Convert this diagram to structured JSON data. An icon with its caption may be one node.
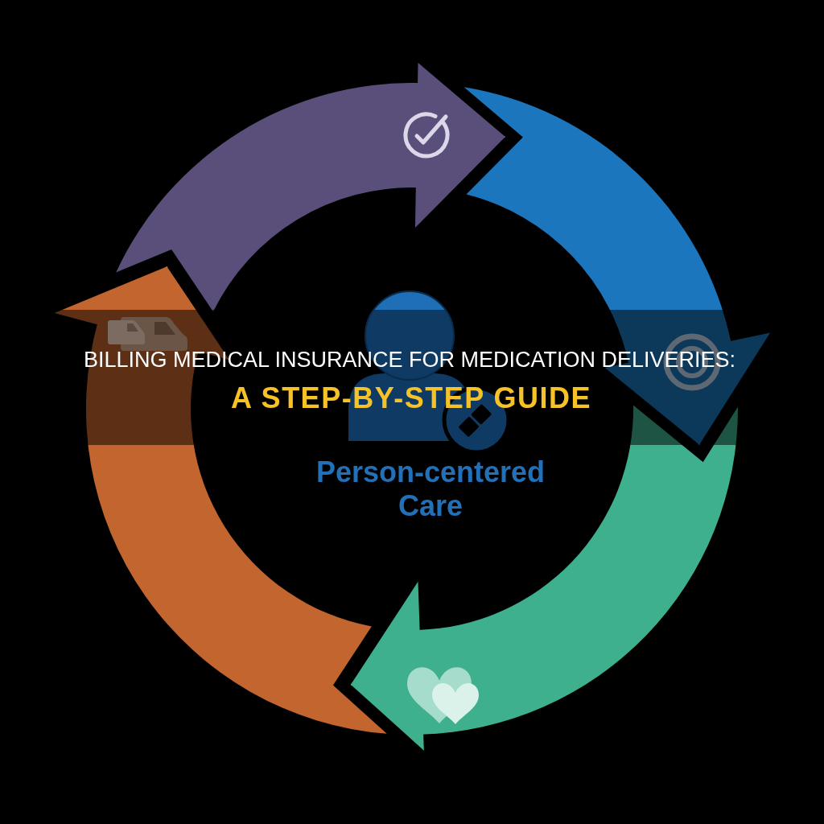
{
  "diagram": {
    "title": "BILLING MEDICAL INSURANCE FOR MEDICATION DELIVERIES:",
    "nodes": [
      {
        "text": [],
        "shape": "band"
      },
      {
        "text": [],
        "shape": "band"
      },
      {
        "text": [],
        "shape": "band"
      },
      {
        "text": [],
        "shape": "band"
      }
    ],
    "edges": [
      {
        "from": 0,
        "to": 1,
        "arrow": "to",
        "color": "#5a4f7a"
      },
      {
        "from": 1,
        "to": 2,
        "arrow": "to",
        "color": "#1b76bd"
      },
      {
        "from": 2,
        "to": 3,
        "arrow": "to",
        "color": "#3fb08e"
      },
      {
        "from": 3,
        "to": 0,
        "arrow": "to",
        "color": "#c3652e"
      }
    ],
    "labels": [
      "A STEP-BY-STEP GUIDE",
      "Person-centered Care"
    ]
  }
}
